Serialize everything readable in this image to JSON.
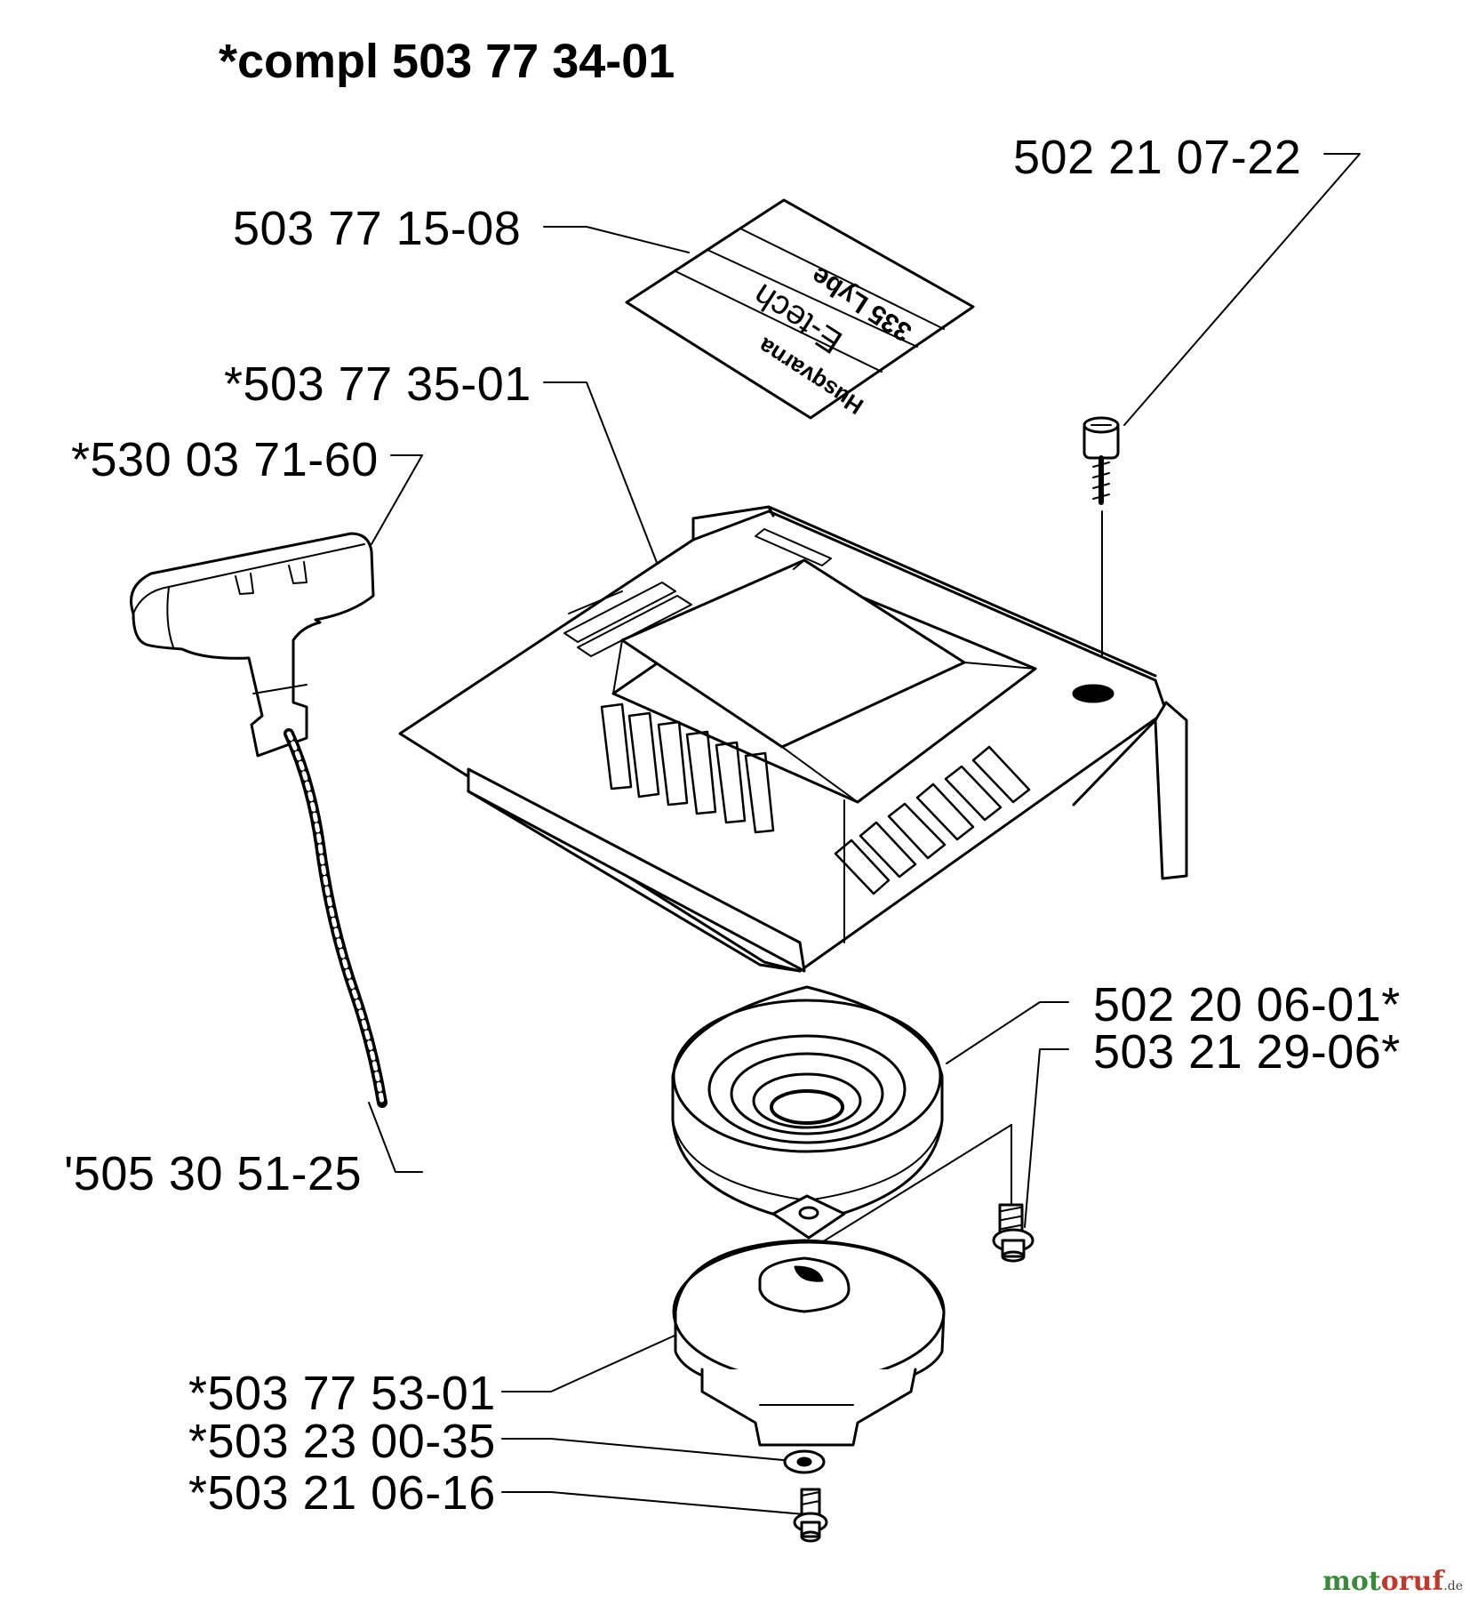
{
  "diagram": {
    "title": "*compl 503 77 34-01",
    "parts": [
      {
        "id": "decal",
        "number": "503 77 15-08"
      },
      {
        "id": "screw-top",
        "number": "502 21 07-22"
      },
      {
        "id": "cover",
        "number": "*503 77 35-01"
      },
      {
        "id": "handle",
        "number": "*530 03 71-60"
      },
      {
        "id": "rope",
        "number": "'505 30 51-25"
      },
      {
        "id": "spring-cassette",
        "number": "502 20 06-01*"
      },
      {
        "id": "screw-side",
        "number": "503 21 29-06*"
      },
      {
        "id": "pulley",
        "number": "*503 77 53-01"
      },
      {
        "id": "washer",
        "number": "*503 23 00-35"
      },
      {
        "id": "screw-bottom",
        "number": "*503 21 06-16"
      }
    ],
    "decal_text": {
      "brand": "Husqvarna",
      "line2": "E-tech",
      "model": "335 Lybe"
    }
  },
  "watermark": {
    "part1": "mot",
    "part2": "oruf",
    "tld": ".de"
  }
}
